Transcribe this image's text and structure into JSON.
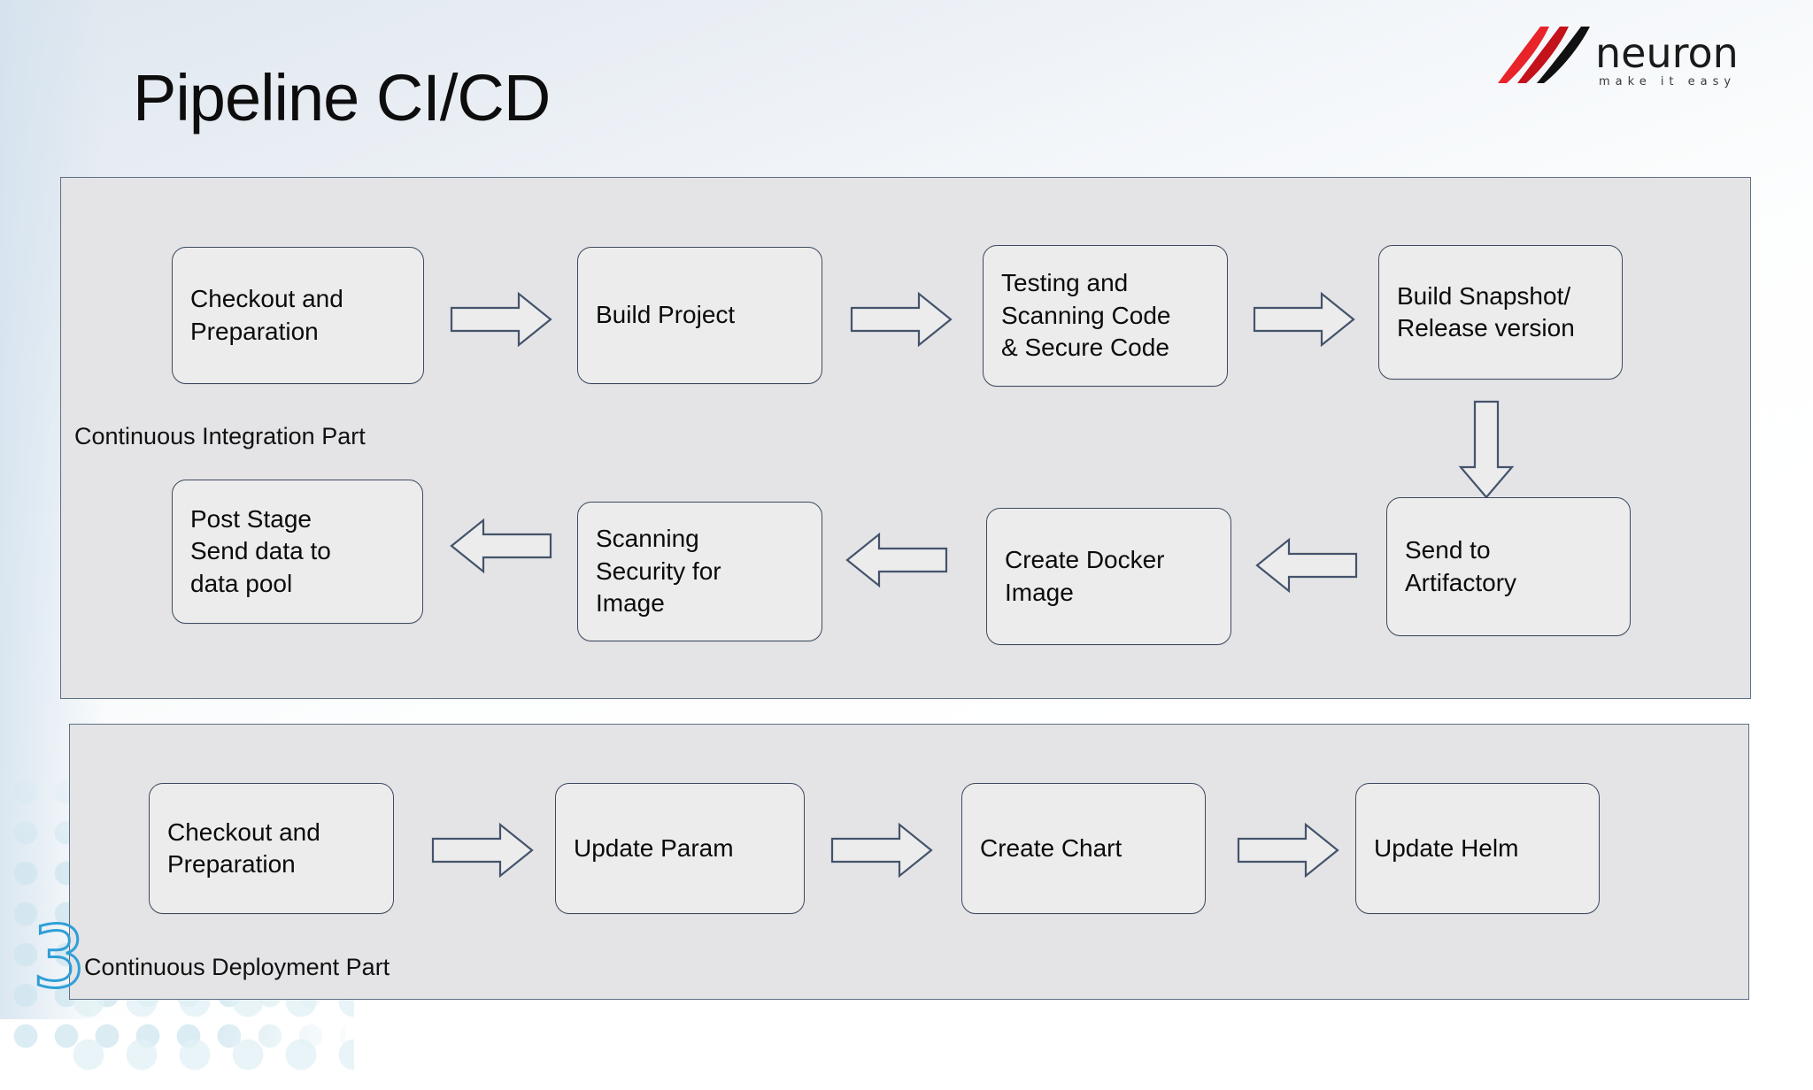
{
  "slide": {
    "title": "Pipeline CI/CD",
    "number": "3",
    "logo": {
      "wordmark": "neuron",
      "tagline": "make it easy",
      "swoosh_red": "#e8232a",
      "swoosh_dark": "#111111"
    }
  },
  "sections": [
    {
      "id": "continuous-integration",
      "label": "Continuous Integration Part",
      "rows": [
        {
          "direction": "right",
          "nodes": [
            "Checkout and\nPreparation",
            "Build Project",
            "Testing and\nScanning Code\n& Secure Code",
            "Build Snapshot/\nRelease version"
          ]
        },
        {
          "direction": "left",
          "nodes": [
            "Post Stage\nSend data to\ndata pool",
            "Scanning\nSecurity for\nImage",
            "Create Docker\nImage",
            "Send to\nArtifactory"
          ]
        }
      ],
      "connector": "down-arrow"
    },
    {
      "id": "continuous-deployment",
      "label": "Continuous Deployment Part",
      "rows": [
        {
          "direction": "right",
          "nodes": [
            "Checkout and\nPreparation",
            "Update Param",
            "Create Chart",
            "Update Helm"
          ]
        }
      ]
    }
  ],
  "colors": {
    "panel_fill": "#e4e4e6",
    "panel_border": "#5f6f86",
    "node_fill": "#ececec",
    "node_border": "#3d4a60",
    "arrow_stroke": "#44536b",
    "accent_blue": "#2f9fd8"
  }
}
